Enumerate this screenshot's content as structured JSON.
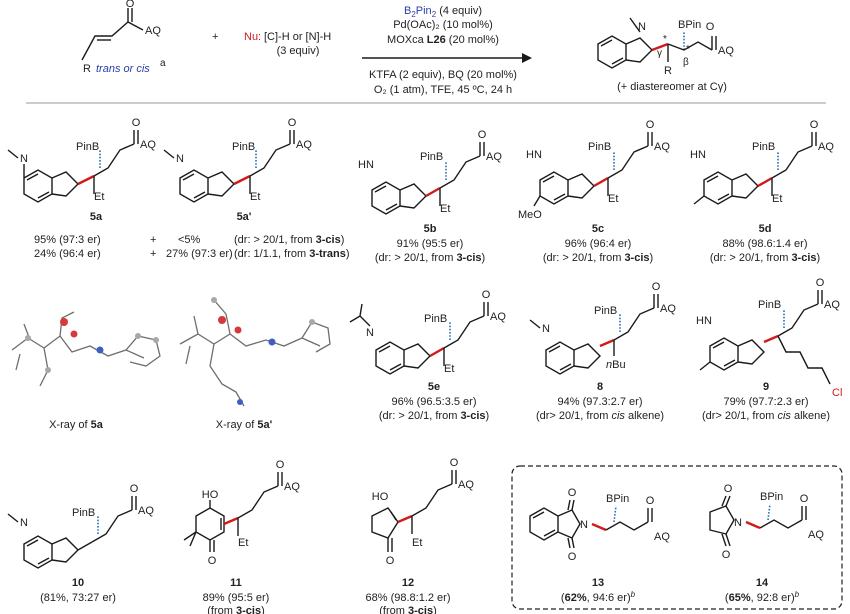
{
  "header": {
    "substrate": {
      "acyl_label": "AQ",
      "r_label": "R",
      "geometry_text": "trans or cis",
      "geometry_superscript": "a"
    },
    "plus": "+",
    "nucleophile": {
      "nu_label": "Nu:",
      "nu_text": " [C]-H or [N]-H",
      "equiv": "(3 equiv)"
    },
    "conditions_above": [
      {
        "prefix": "B",
        "sub": "2",
        "mid": "Pin",
        "sub2": "2",
        "suffix": " (4 equiv)"
      },
      {
        "text": "Pd(OAc)₂ (10 mol%)"
      },
      {
        "text_pre": "MOXca ",
        "text_bold": "L26",
        "text_post": " (20 mol%)"
      }
    ],
    "conditions_below": [
      "KTFA (2 equiv), BQ (20 mol%)",
      "O₂ (1 atm), TFE, 45 ºC, 24 h"
    ],
    "product": {
      "bpin": "BPin",
      "aq": "AQ",
      "r": "R",
      "n": "N",
      "gamma": "γ",
      "beta": "β",
      "star": "*",
      "note": "(+ diastereomer at Cγ)"
    }
  },
  "row1": [
    {
      "id": "5a",
      "bpin": "PinB",
      "aq": "AQ",
      "alkyl": "Et",
      "n": "N"
    },
    {
      "id": "5a'",
      "bpin": "PinB",
      "aq": "AQ",
      "alkyl": "Et",
      "n": "N"
    },
    {
      "id": "5b",
      "bpin": "PinB",
      "aq": "AQ",
      "alkyl": "Et",
      "n": "HN",
      "line1": "91% (95:5 er)",
      "line2_pre": "(dr: > 20/1, from ",
      "line2_bold": "3-cis",
      "line2_post": ")"
    },
    {
      "id": "5c",
      "bpin": "PinB",
      "aq": "AQ",
      "alkyl": "Et",
      "n": "HN",
      "extra": "MeO",
      "line1": "96% (96:4 er)",
      "line2_pre": "(dr: > 20/1, from ",
      "line2_bold": "3-cis",
      "line2_post": ")"
    },
    {
      "id": "5d",
      "bpin": "PinB",
      "aq": "AQ",
      "alkyl": "Et",
      "n": "HN",
      "line1": "88% (98.6:1.4 er)",
      "line2_pre": "(dr: > 20/1, from ",
      "line2_bold": "3-cis",
      "line2_post": ")"
    }
  ],
  "row1_table": {
    "l1": {
      "a": "95% (97:3 er)",
      "plus": "+",
      "b": "<5%",
      "note_pre": "(dr: > 20/1, from ",
      "note_bold": "3-cis",
      "note_post": ")"
    },
    "l2": {
      "a": "24% (96:4 er)",
      "plus": "+",
      "b": "27% (97:3 er)",
      "note_pre": "(dr: 1/1.1, from ",
      "note_bold": "3-trans",
      "note_post": ")"
    }
  },
  "row2": {
    "xray1": {
      "pre": "X-ray of ",
      "bold": "5a"
    },
    "xray2": {
      "pre": "X-ray of ",
      "bold": "5a'"
    },
    "c5e": {
      "id": "5e",
      "bpin": "PinB",
      "aq": "AQ",
      "alkyl": "Et",
      "n": "N",
      "line1": "96% (96.5:3.5 er)",
      "line2_pre": "(dr: > 20/1, from ",
      "line2_bold": "3-cis",
      "line2_post": ")"
    },
    "c8": {
      "id": "8",
      "bpin": "PinB",
      "aq": "AQ",
      "alkyl_italic": "n",
      "alkyl": "Bu",
      "n": "N",
      "line1": "94% (97.3:2.7 er)",
      "line2_pre": "(dr> 20/1, from ",
      "line2_italic": "cis",
      "line2_post": " alkene)"
    },
    "c9": {
      "id": "9",
      "bpin": "PinB",
      "aq": "AQ",
      "cl": "Cl",
      "n": "HN",
      "line1": "79% (97.7:2.3 er)",
      "line2_pre": "(dr> 20/1, from ",
      "line2_italic": "cis",
      "line2_post": " alkene)"
    }
  },
  "row3": {
    "c10": {
      "id": "10",
      "bpin": "PinB",
      "aq": "AQ",
      "n": "N",
      "line1": "(81%, 73:27 er)"
    },
    "c11": {
      "id": "11",
      "ho": "HO",
      "o": "O",
      "aq": "AQ",
      "alkyl": "Et",
      "line1": "89% (95:5 er)",
      "line2_pre": "(from ",
      "line2_bold": "3-cis",
      "line2_post": ")"
    },
    "c12": {
      "id": "12",
      "ho": "HO",
      "o": "O",
      "aq": "AQ",
      "alkyl": "Et",
      "line1": "68% (98.8:1.2 er)",
      "line2_pre": "(from ",
      "line2_bold": "3-cis",
      "line2_post": ")"
    },
    "c13": {
      "id": "13",
      "bpin": "BPin",
      "aq": "AQ",
      "n": "N",
      "o": "O",
      "yield_open": "(",
      "yield_bold": "62%",
      "yield_rest": ", 94:6 er)",
      "sup": "b"
    },
    "c14": {
      "id": "14",
      "bpin": "BPin",
      "aq": "AQ",
      "n": "N",
      "o": "O",
      "yield_open": "(",
      "yield_bold": "65%",
      "yield_rest": ", 92:8 er)",
      "sup": "b"
    }
  }
}
